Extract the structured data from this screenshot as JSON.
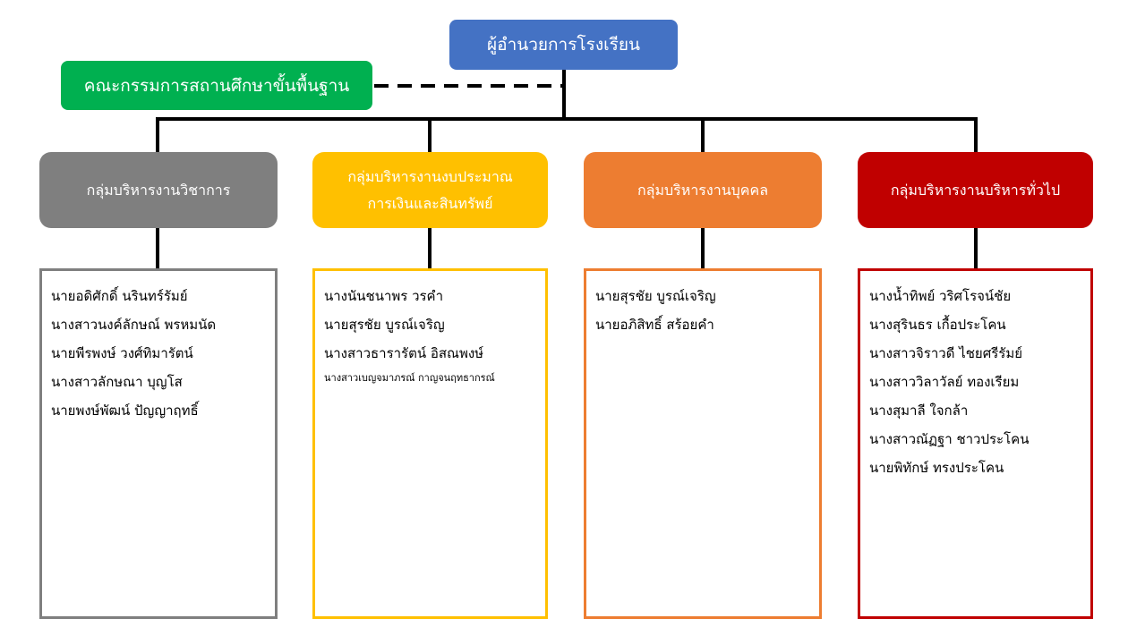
{
  "colors": {
    "director": "#4472c4",
    "board": "#00b050",
    "groups": [
      "#7f7f7f",
      "#ffc000",
      "#ed7d31",
      "#c00000"
    ]
  },
  "director": {
    "title": "ผู้อำนวยการโรงเรียน"
  },
  "board": {
    "title": "คณะกรรมการสถานศึกษาขั้นพื้นฐาน"
  },
  "groups": [
    {
      "title": "กลุ่มบริหารงานวิชาการ",
      "members": [
        "นายอดิศักดิ์  นรินทร์รัมย์",
        "นางสาวนงค์ลักษณ์  พรหมนัด",
        "นายพีรพงษ์  วงศ์ทิมารัตน์",
        "นางสาวลักษณา  บุญโส",
        "นายพงษ์พัฒน์  ปัญญาฤทธิ์"
      ]
    },
    {
      "title": "กลุ่มบริหารงานงบประมาณ\nการเงินและสินทรัพย์",
      "members": [
        "นางนันชนาพร  วรคำ",
        "นายสุรชัย  บูรณ์เจริญ",
        "นางสาวธารารัตน์  อิสณพงษ์",
        "นางสาวเบญจมาภรณ์  กาญจนฤทธากรณ์"
      ]
    },
    {
      "title": "กลุ่มบริหารงานบุคคล",
      "members": [
        "นายสุรชัย  บูรณ์เจริญ",
        "นายอภิสิทธิ์  สร้อยคำ"
      ]
    },
    {
      "title": "กลุ่มบริหารงานบริหารทั่วไป",
      "members": [
        "นางน้ำทิพย์  วริศโรจน์ชัย",
        "นางสุรินธร  เกื้อประโคน",
        "นางสาวจิราวดี  ไชยศรีรัมย์",
        "นางสาววิลาวัลย์  ทองเรียม",
        "นางสุมาลี  ใจกล้า",
        "นางสาวณัฏฐา  ชาวประโคน",
        "นายพิทักษ์  ทรงประโคน"
      ]
    }
  ]
}
